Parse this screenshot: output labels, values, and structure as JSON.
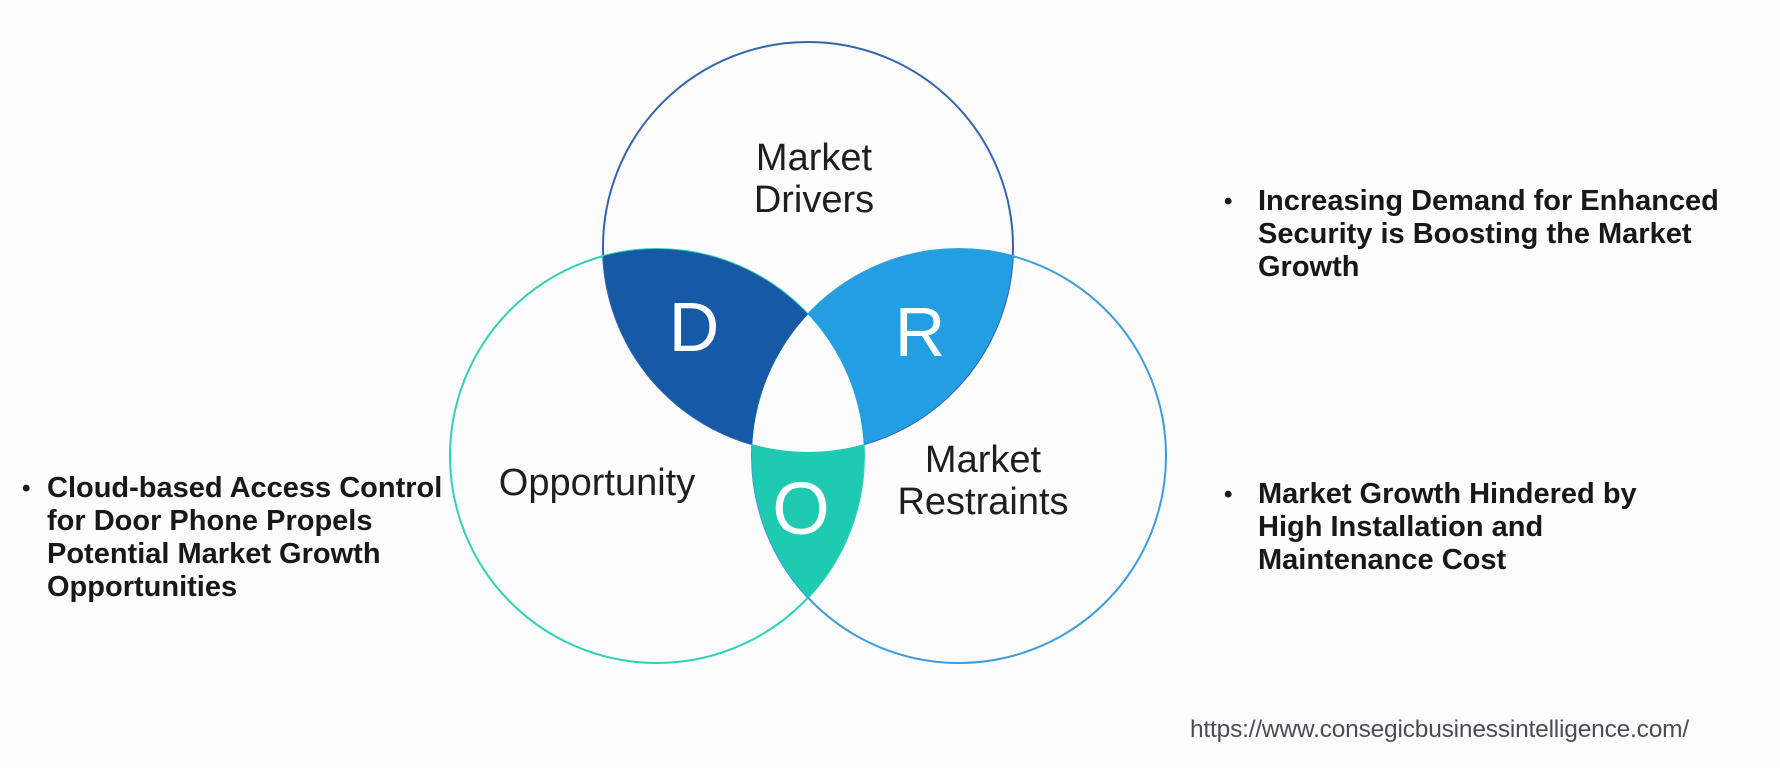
{
  "diagram": {
    "labels": {
      "drivers": {
        "lines": [
          "Market",
          "Drivers"
        ]
      },
      "opportunity": {
        "lines": [
          "Opportunity"
        ]
      },
      "restraints": {
        "lines": [
          "Market",
          "Restraints"
        ]
      }
    },
    "letters": {
      "drivers": "D",
      "restraints": "R",
      "opportunity": "O"
    },
    "colors": {
      "drivers_stroke": "#3465ae",
      "opportunity_stroke": "#2fd2b5",
      "restraints_stroke": "#3b9edb",
      "drivers_overlap_fill": "#1659a5",
      "restraints_overlap_fill": "#229ee3",
      "opportunity_overlap_fill": "#1ecbb1",
      "center_fill": "#fcfcfc"
    }
  },
  "bullets": {
    "bullet_char": "•",
    "left": {
      "lines": [
        "Cloud-based Access Control",
        "for Door Phone Propels",
        "Potential Market Growth",
        "Opportunities"
      ]
    },
    "right_top": {
      "lines": [
        "Increasing Demand for Enhanced",
        "Security is Boosting the Market",
        "Growth"
      ]
    },
    "right_bottom": {
      "lines": [
        "Market Growth Hindered by",
        "High Installation and",
        "Maintenance Cost"
      ]
    }
  },
  "footer": {
    "url": "https://www.consegicbusinessintelligence.com/"
  }
}
